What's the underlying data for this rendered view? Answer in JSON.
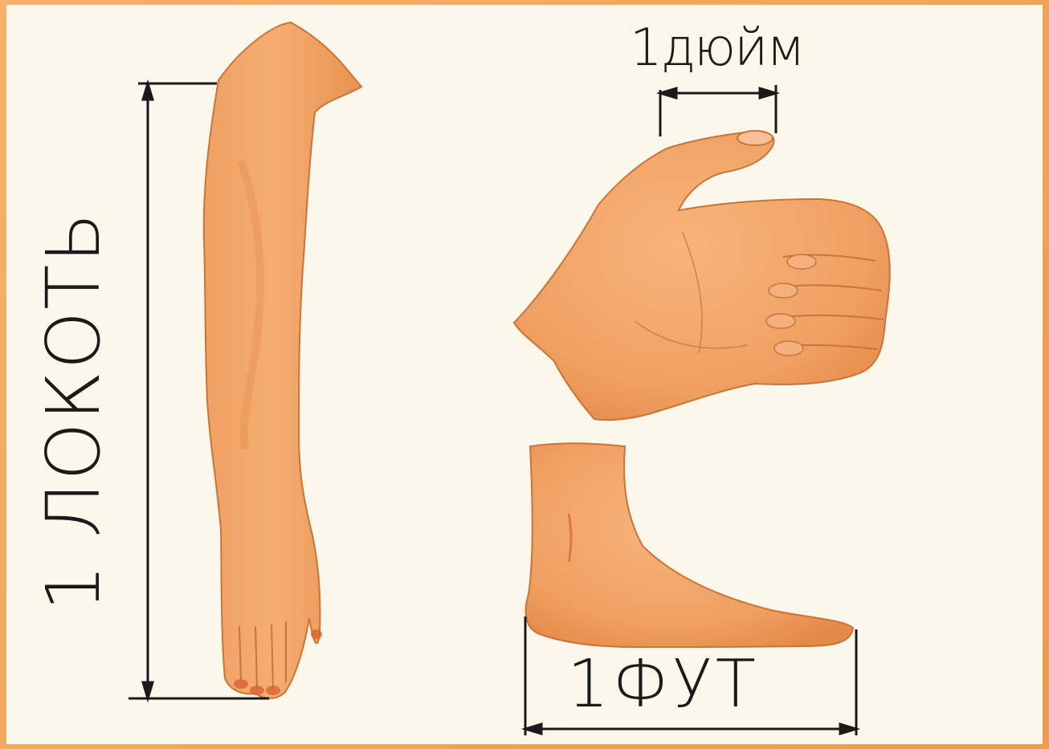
{
  "labels": {
    "elbow": "1 ЛОКОТЬ",
    "inch": "1дюйм",
    "foot": "1ФУТ"
  },
  "colors": {
    "skin": "#f3a66a",
    "skin_shadow": "#e98f4f",
    "outline": "#c8743a",
    "nail": "#d9632f",
    "line": "#1a1a1a",
    "paper": "#fbf7ea",
    "frame": "#f2a460"
  },
  "figures": [
    "arm-illustration",
    "thumb-fist-illustration",
    "foot-illustration"
  ]
}
